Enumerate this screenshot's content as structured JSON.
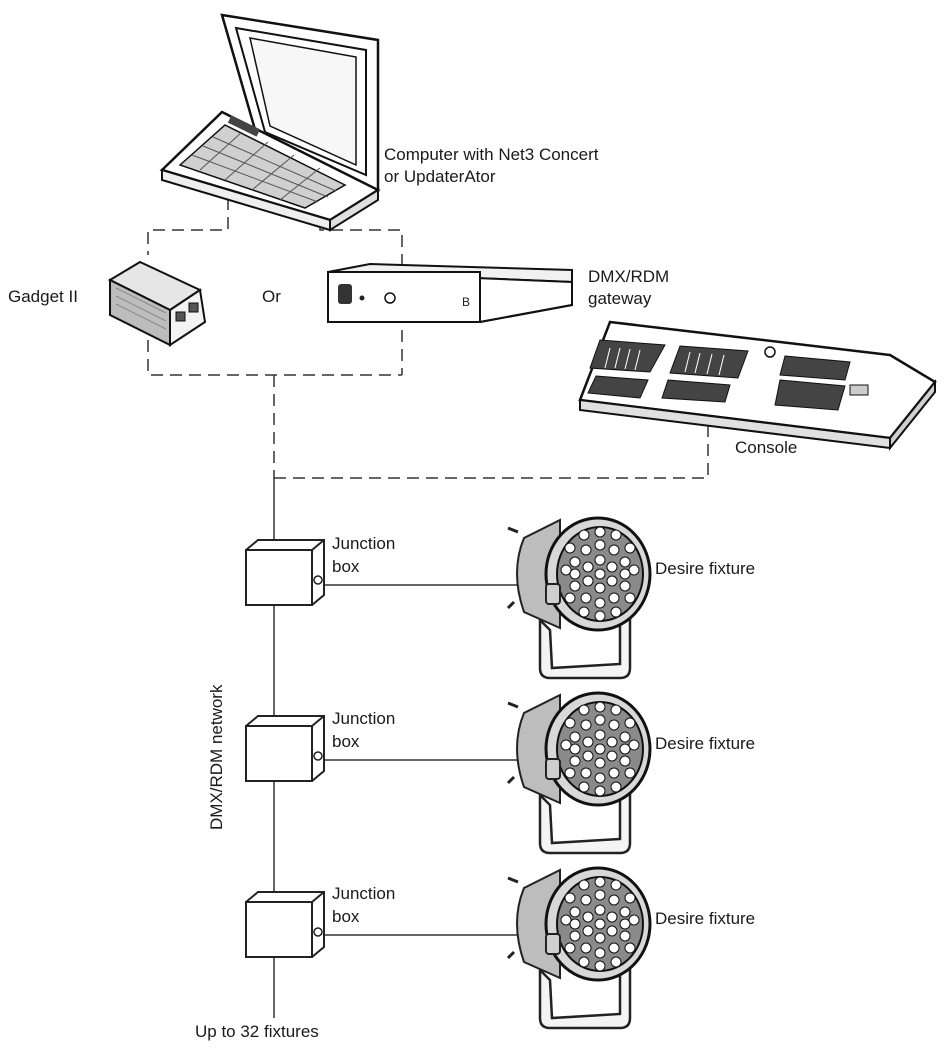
{
  "labels": {
    "computer_line1": "Computer with Net3 Concert",
    "computer_line2": "or UpdaterAtor",
    "gadget": "Gadget II",
    "or": "Or",
    "gateway_line1": "DMX/RDM",
    "gateway_line2": "gateway",
    "console": "Console",
    "network": "DMX/RDM network",
    "fixture_count": "Up to 32 fixtures"
  },
  "branches": [
    {
      "junction_line1": "Junction",
      "junction_line2": "box",
      "fixture": "Desire fixture"
    },
    {
      "junction_line1": "Junction",
      "junction_line2": "box",
      "fixture": "Desire fixture"
    },
    {
      "junction_line1": "Junction",
      "junction_line2": "box",
      "fixture": "Desire fixture"
    }
  ]
}
